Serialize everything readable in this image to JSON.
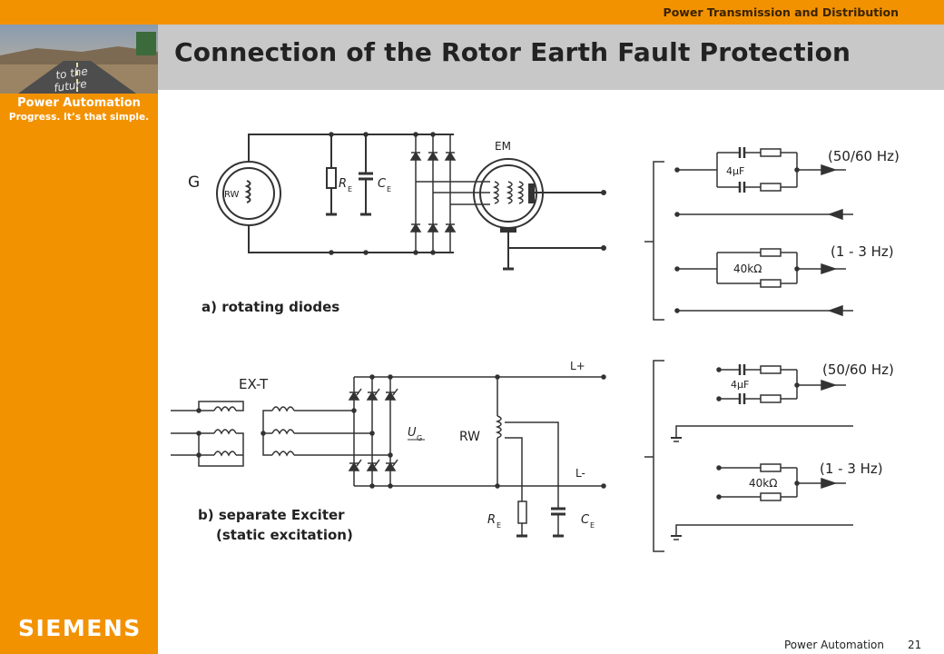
{
  "header": {
    "section": "Power Transmission and Distribution",
    "title": "Connection of the Rotor Earth Fault Protection"
  },
  "sidebar": {
    "photo_sign_text": "to the future",
    "brand_title": "Power Automation",
    "brand_tagline": "Progress. It’s that simple.",
    "logo": "SIEMENS"
  },
  "footer": {
    "label": "Power Automation",
    "page": "21"
  },
  "diagram_a": {
    "generator_label": "G",
    "winding_label": "RW",
    "resistor_label": "R",
    "resistor_sub": "E",
    "capacitor_label": "C",
    "capacitor_sub": "E",
    "exciter_label": "EM",
    "caption": "a) rotating diodes",
    "relay_top": {
      "cap_label": "4μF",
      "freq_label": "(50/60 Hz)"
    },
    "relay_bottom": {
      "res_label": "40kΩ",
      "freq_label": "(1 - 3 Hz)"
    }
  },
  "diagram_b": {
    "transformer_label": "EX-T",
    "voltage_label": "U",
    "voltage_sub": "G",
    "winding_label": "RW",
    "lplus": "L+",
    "lminus": "L-",
    "resistor_label": "R",
    "resistor_sub": "E",
    "capacitor_label": "C",
    "capacitor_sub": "E",
    "caption_line1": "b) separate Exciter",
    "caption_line2": "(static excitation)",
    "relay_top": {
      "cap_label": "4μF",
      "freq_label": "(50/60 Hz)"
    },
    "relay_bottom": {
      "res_label": "40kΩ",
      "freq_label": "(1 - 3 Hz)"
    }
  }
}
